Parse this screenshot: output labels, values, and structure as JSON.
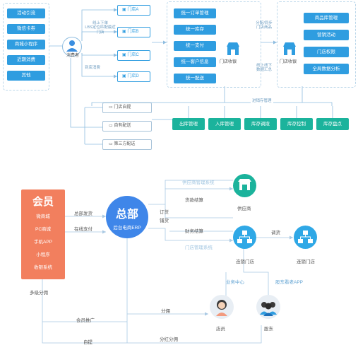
{
  "channels": [
    "活动引流",
    "微信卡券",
    "商城小程序",
    "近期消费",
    "其他"
  ],
  "consumer_label": "消费者",
  "consumer_note_top": "线上下单\nLBS定位匹配最近门店",
  "consumer_note_bottom": "到店消费",
  "stores": [
    "门店A",
    "门店B",
    "门店C",
    "门店D"
  ],
  "unified": [
    "统一订单管理",
    "统一库存",
    "统一支付",
    "统一客户信息",
    "统一配送"
  ],
  "store_cashier_left": "门店收银",
  "note_distribute": "分配/同步\n门店商品",
  "note_upload": "线上线下\n数据汇总",
  "store_cashier_right": "门店收银",
  "right_panel": [
    "商品库管理",
    "营销活动",
    "门店权限",
    "全局数据分析"
  ],
  "delivery": [
    "门店自提",
    "自有配送",
    "第三方配送"
  ],
  "supply_chain_label": "进销存管理",
  "supply_chain": [
    "出库管理",
    "入库管理",
    "库存调拨",
    "库存控制",
    "库存盘点"
  ],
  "member": {
    "title": "会员",
    "items": [
      "微商城",
      "PC商城",
      "手机APP",
      "小程序",
      "收银系统"
    ],
    "caption": "多级分佣"
  },
  "hq": {
    "title": "总部",
    "subtitle": "后台电商ERP"
  },
  "hq_links": {
    "ship": "总部发货",
    "pay": "在线支付",
    "order": "订货",
    "sales": "铺货"
  },
  "supplier": {
    "system": "供应商管理系统",
    "settle": "货款结算",
    "label": "供应商"
  },
  "store_system": {
    "settle": "财务结算",
    "system": "门店管理系统",
    "transfer": "调货"
  },
  "chain_store_a": "连锁门店",
  "chain_store_b": "连锁门店",
  "business_center": "业务中心",
  "shareholder_app": "股东看老APP",
  "clerk": "店员",
  "shareholder": "股东",
  "bottom_links": {
    "commission": "分佣",
    "promote": "会员推广",
    "dividend": "分红分佣",
    "self": "自提"
  },
  "colors": {
    "blue": "#2f9de0",
    "green": "#1bb39c",
    "orange": "#f27f5e",
    "hq": "#3f86e9"
  }
}
